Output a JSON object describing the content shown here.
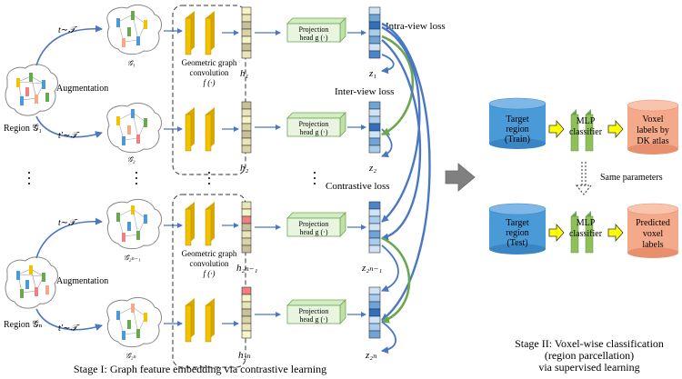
{
  "stage1": {
    "region_top": "Region 𝒢̃₁",
    "region_bottom": "Region 𝒢̃ₙ",
    "aug_label": "Augmentation",
    "t_top": "t∼𝒯",
    "t_bottom": "t′∼𝒯",
    "g_labels": [
      "𝒢̂₁",
      "𝒢̂₂",
      "𝒢̂₂ₙ₋₁",
      "𝒢̂₂ₙ"
    ],
    "gconv_line1": "Geometric graph",
    "gconv_line2": "convolution",
    "gconv_line3": "f (·)",
    "h_labels": [
      "h₁",
      "h₂",
      "h₂ₙ₋₁",
      "h₂ₙ"
    ],
    "proj_line1": "Projection",
    "proj_line2": "head g (·)",
    "z_labels": [
      "z₁",
      "z₂",
      "z₂ₙ₋₁",
      "z₂ₙ"
    ],
    "intra_view_loss": "Intra-view loss",
    "inter_view_loss": "Inter-view loss",
    "contrastive_loss": "Contrastive loss",
    "caption": "Stage I: Graph feature embedding via contrastive learning"
  },
  "stage2": {
    "train_line1": "Target",
    "train_line2": "region",
    "train_line3": "(Train)",
    "test_line1": "Target",
    "test_line2": "region",
    "test_line3": "(Test)",
    "mlp_line1": "MLP",
    "mlp_line2": "classifier",
    "out_top_line1": "Voxel",
    "out_top_line2": "labels by",
    "out_top_line3": "DK atlas",
    "out_bottom_line1": "Predicted",
    "out_bottom_line2": "voxel",
    "out_bottom_line3": "labels",
    "same_params": "Same parameters",
    "caption_line1": "Stage II: Voxel-wise classification",
    "caption_line2": "(region parcellation)",
    "caption_line3": "via supervised learning"
  },
  "colors": {
    "arrow_blue": "#4a76c4",
    "arrow_green": "#6aa84f",
    "conv_yellow": "#f2c200",
    "h_vector": "#c8c09a",
    "h_highlight": "#f08080",
    "proj_fill": "#e9f5e1",
    "proj_border": "#6aa84f",
    "z_vector": "#6fa4d8",
    "cyl_blue": "#4a9ad8",
    "mlp_green": "#8fbf5a",
    "out_salmon": "#f4a98a",
    "arrow_yellow": "#ffff00",
    "big_arrow": "#808080"
  }
}
